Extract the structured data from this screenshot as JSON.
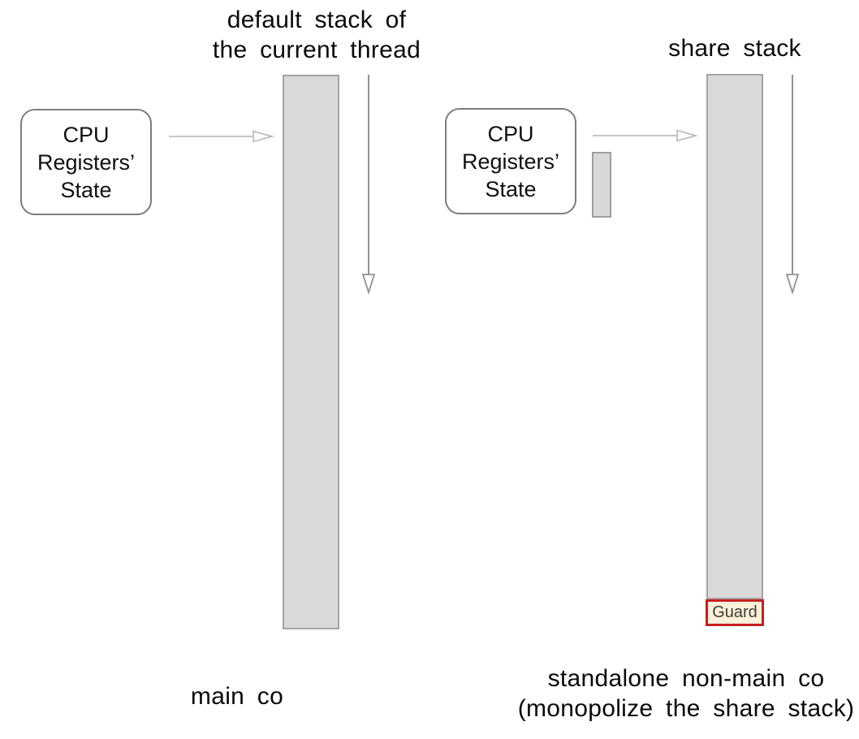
{
  "left": {
    "title_line1": "default stack of",
    "title_line2": "the current thread",
    "cpu_box": {
      "line1": "CPU",
      "line2": "Registers’",
      "line3": "State"
    },
    "caption": "main co"
  },
  "right": {
    "title": "share stack",
    "cpu_box": {
      "line1": "CPU",
      "line2": "Registers’",
      "line3": "State"
    },
    "guard_label": "Guard",
    "caption_line1": "standalone non-main co",
    "caption_line2": "(monopolize the share stack)"
  },
  "colors": {
    "stack_fill": "#d9d9d9",
    "stack_border": "#a3a3a3",
    "box_border": "#7d7d7d",
    "flow_arrow": "#c5c5c5",
    "growth_arrow": "#929292",
    "guard_border": "#c81e1e",
    "guard_fill": "#fbf0da",
    "label_text": "#0a0a0a"
  }
}
